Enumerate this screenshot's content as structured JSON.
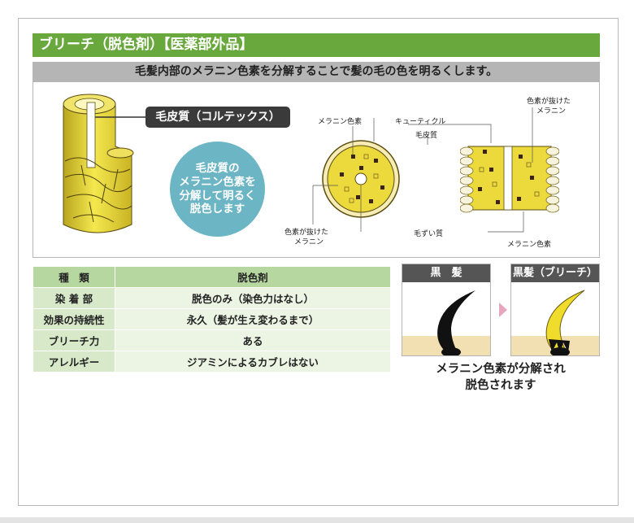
{
  "header": {
    "title": "ブリーチ（脱色剤）【医薬部外品】",
    "subtitle": "毛髪内部のメラニン色素を分解することで髪の毛の色を明るくします。"
  },
  "diagram": {
    "cortex_label": "毛皮質（コルテックス）",
    "circle_note": "毛皮質の\nメラニン色素を\n分解して明るく\n脱色します",
    "labels": {
      "melanin": "メラニン色素",
      "cuticle": "キューティクル",
      "cortex": "毛皮質",
      "bleached_top_1": "色素が抜けた",
      "bleached_top_2": "メラニン",
      "bleached_bottom_1": "色素が抜けた",
      "bleached_bottom_2": "メラニン",
      "medulla": "毛ずい質",
      "melanin_bottom": "メラニン色素"
    }
  },
  "table": {
    "rows": [
      {
        "key": "種　類",
        "value": "脱色剤"
      },
      {
        "key": "染 着 部",
        "value": "脱色のみ（染色力はなし）"
      },
      {
        "key": "効果の持続性",
        "value": "永久（髪が生え変わるまで）"
      },
      {
        "key": "ブリーチ力",
        "value": "ある"
      },
      {
        "key": "アレルギー",
        "value": "ジアミンによるカブレはない"
      }
    ]
  },
  "compare": {
    "before_label": "黒　髪",
    "after_label": "黒髪（ブリーチ）",
    "caption_line1": "メラニン色素が分解され",
    "caption_line2": "脱色されます"
  },
  "colors": {
    "green": "#69a83c",
    "hair_yellow": "#e8d93a",
    "melanin": "#3a2417",
    "teal": "#6bb5c4"
  }
}
